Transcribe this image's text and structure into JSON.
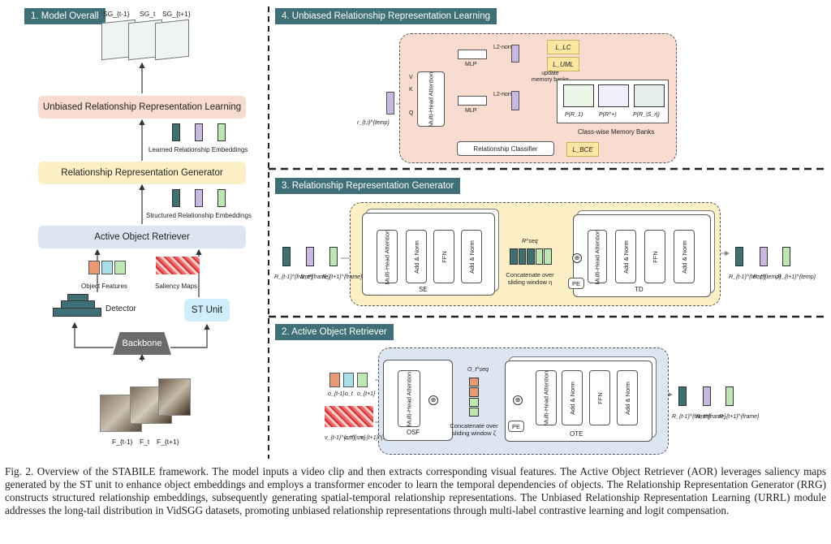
{
  "section_tags": {
    "model_overall": "1. Model Overall",
    "urrl": "4. Unbiased Relationship Representation Learning",
    "rrg": "3. Relationship Representation Generator",
    "aor": "2. Active Object Retriever"
  },
  "overall": {
    "sg_labels": [
      "SG_{t-1}",
      "SG_t",
      "SG_{t+1}"
    ],
    "urrl_block": "Unbiased Relationship Representation Learning",
    "learned_emb": "Learned Relationship Embeddings",
    "rrg_block": "Relationship Representation Generator",
    "structured_emb": "Structured Relationship Embeddings",
    "aor_block": "Active Object Retriever",
    "object_features": "Object Features",
    "saliency_maps": "Saliency Maps",
    "detector": "Detector",
    "st_unit": "ST Unit",
    "backbone": "Backbone",
    "frame_labels": [
      "F_{t-1}",
      "F_t",
      "F_{t+1}"
    ]
  },
  "urrl": {
    "input": "r_{t,i}^{temp}",
    "mha": "Multi-Head Attention",
    "qkv": [
      "V",
      "K",
      "Q"
    ],
    "mlp": "MLP",
    "l2norm": "L2-norm",
    "loss_lc": "L_LC",
    "loss_uml": "L_UML",
    "loss_bce": "L_BCE",
    "update": "update memory banks",
    "classifier": "Relationship Classifier",
    "memory_label": "Class-wise Memory Banks",
    "banks": [
      "P(R_1)",
      "P(R^+)",
      "P(R_|S_r|)"
    ]
  },
  "rrg": {
    "inputs": [
      "R_{t-1}^{frame}",
      "R_t^{frame}",
      "R_{t+1}^{frame}"
    ],
    "mha": "Multi-Head Attention",
    "add_norm": "Add & Norm",
    "ffn": "FFN",
    "se": "SE",
    "td": "TD",
    "pe": "PE",
    "rseq": "R^seq",
    "concat": "Concatenate over sliding window η",
    "outputs": [
      "R_{t-1}^{temp}",
      "R_t^{temp}",
      "R_{t+1}^{temp}"
    ]
  },
  "aor": {
    "obj_inputs": [
      "o_{t-1}",
      "o_t",
      "o_{t+1}"
    ],
    "sal_inputs": [
      "v_{t-1}^{sm}",
      "v_t^{sm}",
      "v_{t+1}^{sm}"
    ],
    "mha": "Multi-Head Attention",
    "osf": "OSF",
    "ote": "OTE",
    "pe": "PE",
    "oseq": "O_t^seq",
    "concat": "Concatenate over sliding window ζ",
    "add_norm": "Add & Norm",
    "ffn": "FFN",
    "outputs": [
      "R_{t-1}^{frame}",
      "R_t^{frame}",
      "R_{t+1}^{frame}"
    ]
  },
  "caption": "Fig. 2.   Overview of the STABILE framework. The model inputs a video clip and then extracts corresponding visual features. The Active Object Retriever (AOR) leverages saliency maps generated by the ST unit to enhance object embeddings and employs a transformer encoder to learn the temporal dependencies of objects. The Relationship Representation Generator (RRG) constructs structured relationship embeddings, subsequently generating spatial-temporal relationship representations. The Unbiased Relationship Representation Learning (URRL) module addresses the long-tail distribution in VidSGG datasets, promoting unbiased relationship representations through multi-label contrastive learning and logit compensation.",
  "colors": {
    "tag": "#3f6f77",
    "urrl_fill": "#f9dcd0",
    "rrg_fill": "#fdf0c6",
    "aor_fill": "#dbe6f2",
    "st_fill": "#cdeefa",
    "teal": "#3f6f6f",
    "purple": "#c6b8e0",
    "green": "#bfe7b4",
    "orange": "#e79a74",
    "cyan": "#a9dfe8"
  }
}
